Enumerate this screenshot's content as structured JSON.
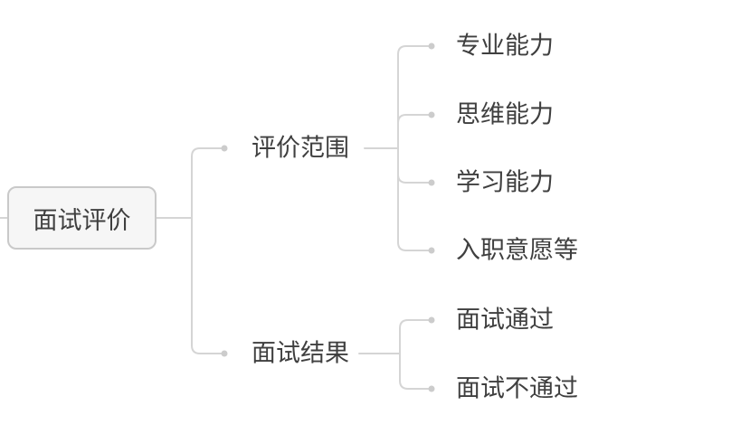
{
  "mindmap": {
    "root": {
      "label": "面试评价"
    },
    "branches": [
      {
        "label": "评价范围",
        "children": [
          {
            "label": "专业能力"
          },
          {
            "label": "思维能力"
          },
          {
            "label": "学习能力"
          },
          {
            "label": "入职意愿等"
          }
        ]
      },
      {
        "label": "面试结果",
        "children": [
          {
            "label": "面试通过"
          },
          {
            "label": "面试不通过"
          }
        ]
      }
    ],
    "style": {
      "background": "#ffffff",
      "line_color": "#d5d5d5",
      "dot_color": "#cccccc",
      "root_fill": "#f6f6f6",
      "root_border": "#c9c9c9",
      "text_color": "#3f3f3f"
    }
  }
}
